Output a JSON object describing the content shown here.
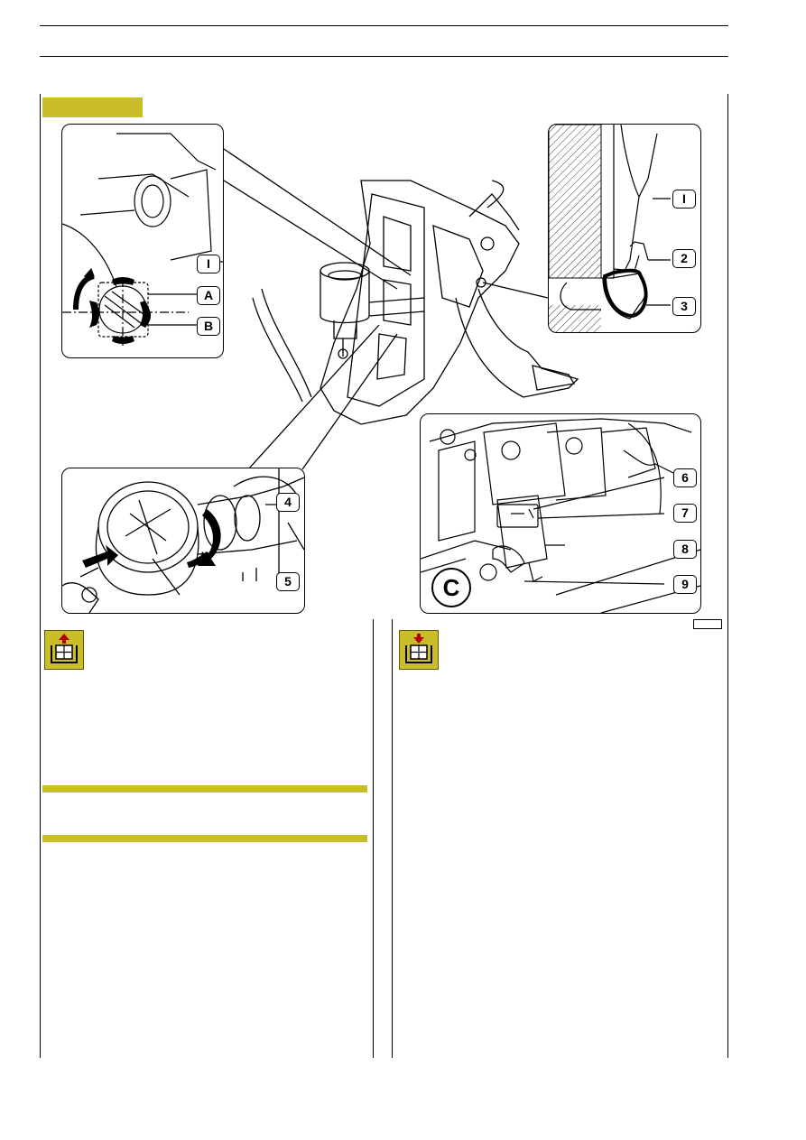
{
  "figure": {
    "callouts": {
      "top_left": [
        "I",
        "A",
        "B"
      ],
      "top_right": [
        "I",
        "2",
        "3"
      ],
      "bottom_left": [
        "4",
        "5"
      ],
      "bottom_right": [
        "6",
        "7",
        "8",
        "9"
      ],
      "view": "C"
    }
  },
  "sections": [
    {
      "icon": "removal-icon",
      "color": "#c9bd2a"
    },
    {
      "icon": "refitting-icon",
      "color": "#c9bd2a"
    }
  ],
  "colors": {
    "accent": "#c9bd2a",
    "arrow": "#8b0000"
  }
}
